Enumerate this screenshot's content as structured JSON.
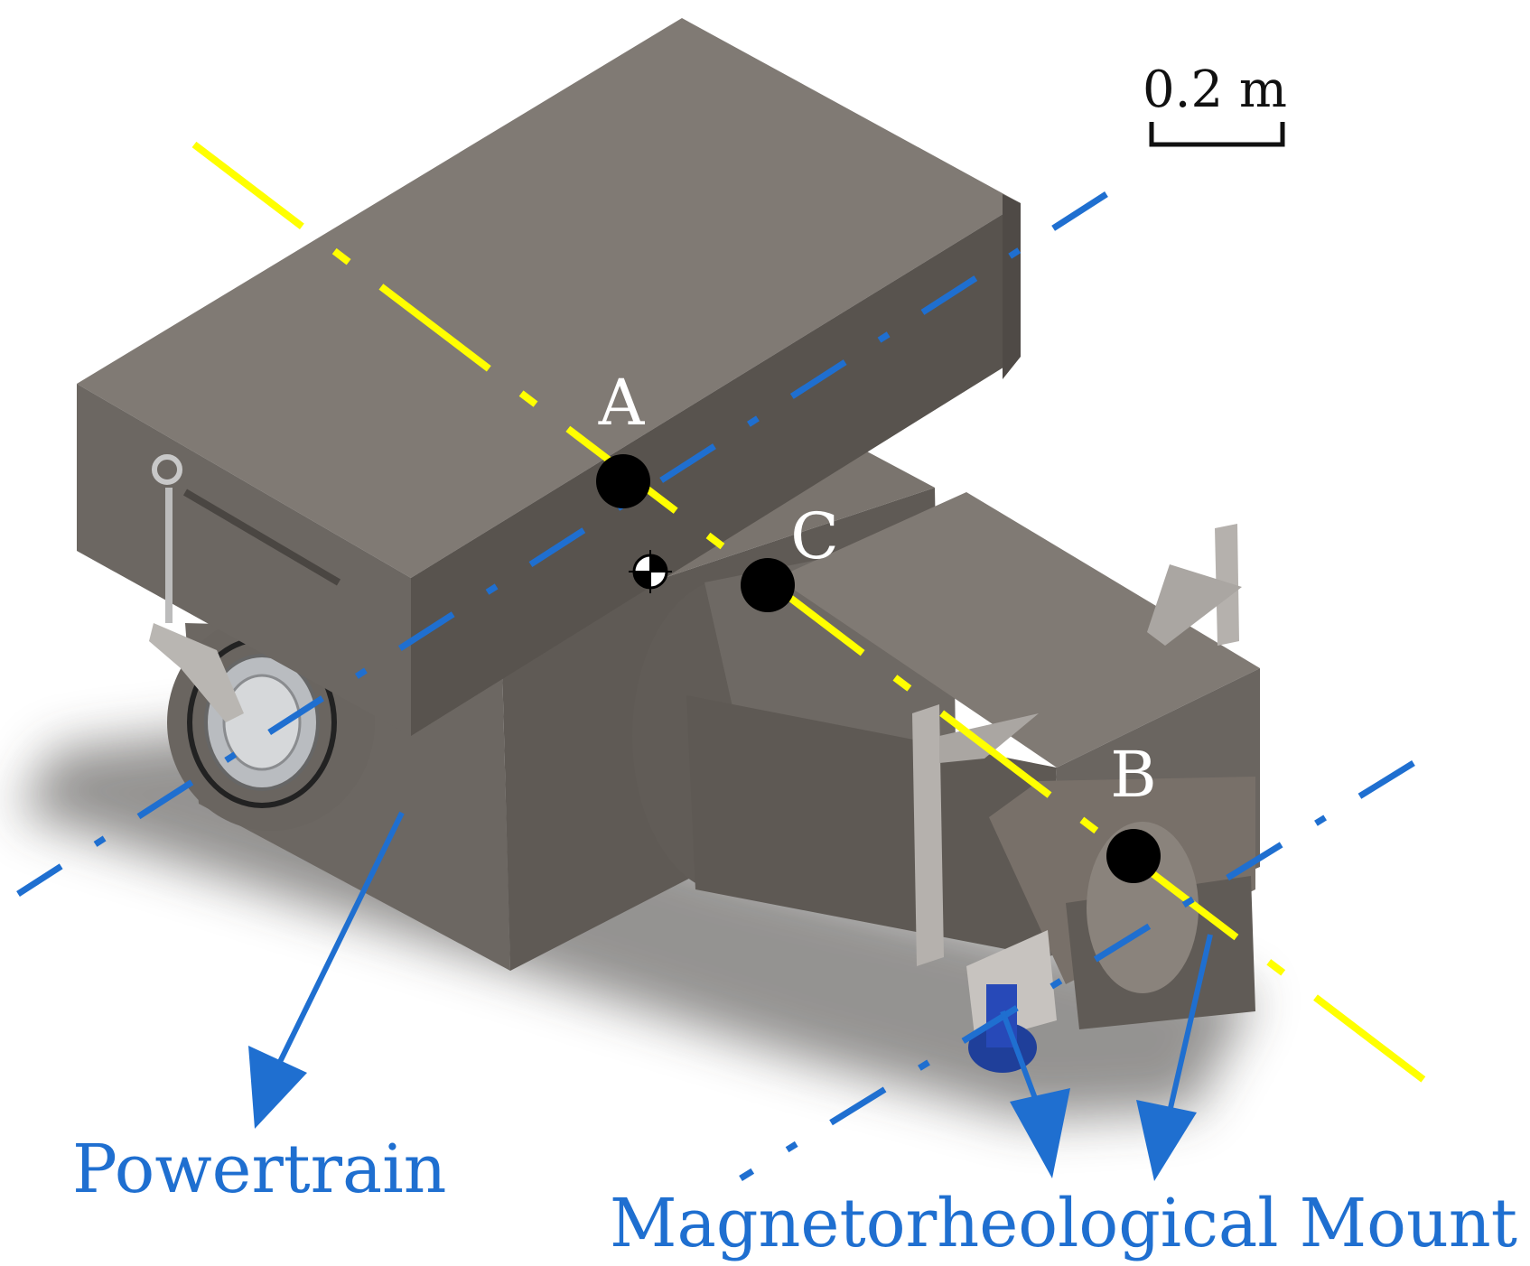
{
  "scale_bar": {
    "label": "0.2 m"
  },
  "points": {
    "a": "A",
    "b": "B",
    "c": "C"
  },
  "labels": {
    "powertrain": "Powertrain",
    "mount": "Magnetorheological Mount"
  },
  "colors": {
    "axis_yellow": "#ffff00",
    "axis_blue": "#1f6fd0",
    "label_blue": "#1f6fd0",
    "body_light": "#7d7670",
    "body_mid": "#6a6560",
    "body_dark": "#57524d",
    "point_marker": "#000000"
  }
}
